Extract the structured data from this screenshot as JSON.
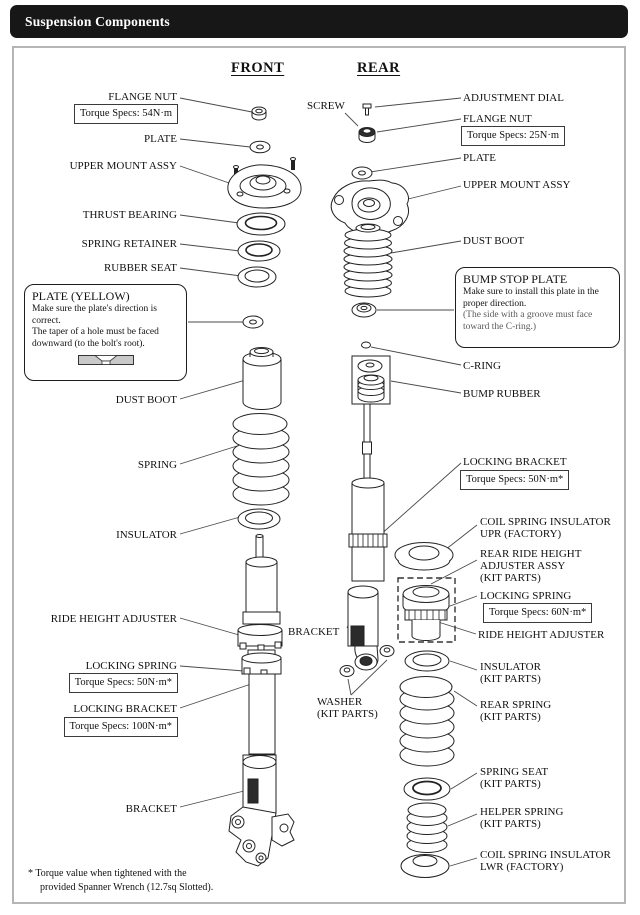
{
  "header": {
    "title": "Suspension Components"
  },
  "columns": {
    "front_heading": "FRONT",
    "rear_heading": "REAR"
  },
  "front": {
    "flange_nut": "FLANGE NUT",
    "flange_nut_torque": "Torque Specs: 54N·m",
    "plate": "PLATE",
    "upper_mount_assy": "UPPER MOUNT ASSY",
    "thrust_bearing": "THRUST BEARING",
    "spring_retainer": "SPRING RETAINER",
    "rubber_seat": "RUBBER SEAT",
    "plate_note": {
      "title": "PLATE (YELLOW)",
      "body1": "Make sure the plate's direction is correct.",
      "body2": "The taper of a hole must be faced downward (to the bolt's root)."
    },
    "dust_boot": "DUST BOOT",
    "spring": "SPRING",
    "insulator": "INSULATOR",
    "ride_height_adjuster": "RIDE HEIGHT ADJUSTER",
    "locking_spring": "LOCKING SPRING",
    "locking_spring_torque": "Torque Specs: 50N·m*",
    "locking_bracket": "LOCKING BRACKET",
    "locking_bracket_torque": "Torque Specs: 100N·m*",
    "bracket": "BRACKET"
  },
  "rear": {
    "screw": "SCREW",
    "adjustment_dial": "ADJUSTMENT DIAL",
    "flange_nut": "FLANGE NUT",
    "flange_nut_torque": "Torque Specs: 25N·m",
    "plate": "PLATE",
    "upper_mount_assy": "UPPER MOUNT ASSY",
    "dust_boot": "DUST BOOT",
    "bump_stop_note": {
      "title": "BUMP STOP PLATE",
      "body1": "Make sure to install this plate in the proper direction.",
      "body2": "(The side with a groove must face toward the C-ring.)"
    },
    "c_ring": "C-RING",
    "bump_rubber": "BUMP RUBBER",
    "locking_bracket": "LOCKING BRACKET",
    "locking_bracket_torque": "Torque Specs: 50N·m*",
    "coil_spring_insulator_upr": {
      "line1": "COIL SPRING INSULATOR",
      "line2": "UPR (FACTORY)"
    },
    "rear_ride_height_adjuster_assy": {
      "line1": "REAR RIDE HEIGHT",
      "line2": "ADJUSTER ASSY",
      "line3": "(KIT PARTS)"
    },
    "locking_spring": "LOCKING SPRING",
    "locking_spring_torque": "Torque Specs: 60N·m*",
    "ride_height_adjuster": "RIDE HEIGHT ADJUSTER",
    "bracket": "BRACKET",
    "washer": {
      "line1": "WASHER",
      "line2": "(KIT PARTS)"
    },
    "insulator": {
      "line1": "INSULATOR",
      "line2": "(KIT PARTS)"
    },
    "rear_spring": {
      "line1": "REAR SPRING",
      "line2": "(KIT PARTS)"
    },
    "spring_seat": {
      "line1": "SPRING SEAT",
      "line2": "(KIT PARTS)"
    },
    "helper_spring": {
      "line1": "HELPER SPRING",
      "line2": "(KIT PARTS)"
    },
    "coil_spring_insulator_lwr": {
      "line1": "COIL SPRING INSULATOR",
      "line2": "LWR (FACTORY)"
    }
  },
  "footnote": {
    "line1": "* Torque value when tightened with the",
    "line2": "provided Spanner Wrench (12.7sq Slotted)."
  }
}
